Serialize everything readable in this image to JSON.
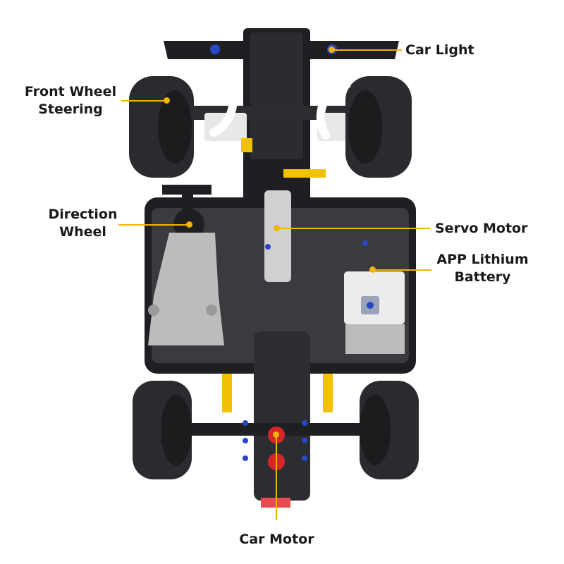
{
  "colors": {
    "accent": "#f5b400",
    "label_text": "#1a1a1a",
    "chassis": "#1e1f22",
    "panel": "#3a3b3f",
    "tire": "#2a2b2e",
    "rim": "#1c1c1e",
    "light_gray_part": "#bcbcbc",
    "white_part": "#e8e8e8",
    "yellow_part": "#f2c200",
    "blue_pin": "#2a46c8",
    "red_part": "#d8252a"
  },
  "labels": {
    "car_light": "Car Light",
    "front_wheel_steering": [
      "Front Wheel",
      "Steering"
    ],
    "direction_wheel": [
      "Direction",
      "Wheel"
    ],
    "servo_motor": "Servo Motor",
    "app_lithium_battery": [
      "APP Lithium",
      "Battery"
    ],
    "car_motor": "Car Motor"
  },
  "icons": {
    "steering_arrow": "curved-arrow-icon"
  }
}
